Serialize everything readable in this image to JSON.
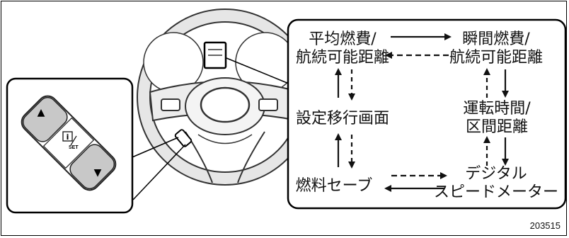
{
  "modes": {
    "avg_fuel_line1": "平均燃費/",
    "avg_fuel_line2": "航続可能距離",
    "inst_fuel_line1": "瞬間燃費/",
    "inst_fuel_line2": "航続可能距離",
    "settings": "設定移行画面",
    "drive_time_line1": "運転時間/",
    "drive_time_line2": "区間距離",
    "fuel_save": "燃料セーブ",
    "digital_line1": "デジタル",
    "digital_line2": "スピードメーター"
  },
  "switch": {
    "up_symbol": "▲",
    "info_symbol": "i",
    "set_label": "SET",
    "down_symbol": "▼"
  },
  "figure_code": "203515"
}
